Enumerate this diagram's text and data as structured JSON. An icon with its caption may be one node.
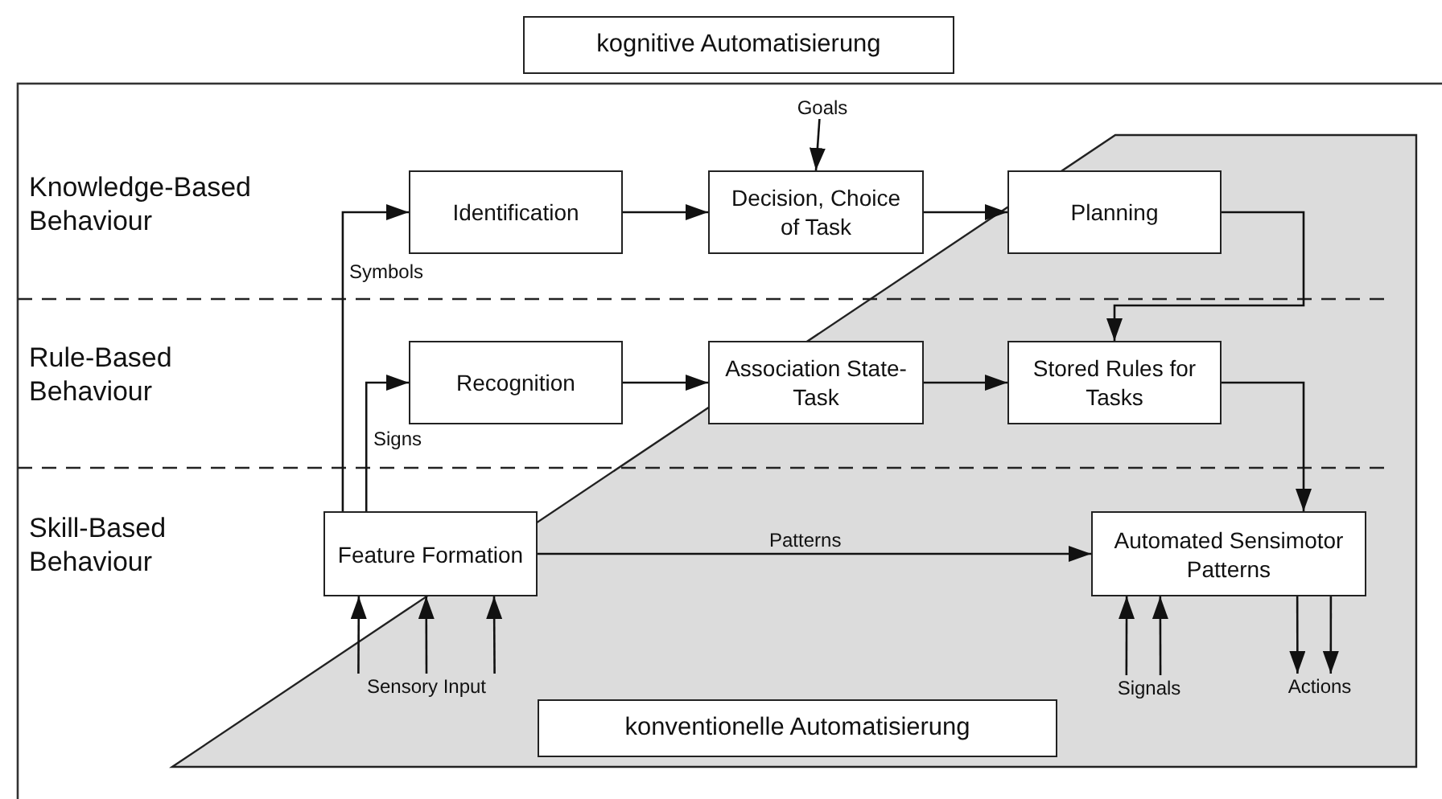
{
  "diagram": {
    "nodes": [
      {
        "text": [
          "kognitive Automatisierung"
        ]
      },
      {
        "text": [
          "Goals"
        ]
      },
      {
        "text": [
          "Identification"
        ]
      },
      {
        "text": [
          "Decision, Choice of Task"
        ]
      },
      {
        "text": [
          "Planning"
        ]
      },
      {
        "text": [
          "Recognition"
        ]
      },
      {
        "text": [
          "Association State-Task"
        ]
      },
      {
        "text": [
          "Stored Rules for Tasks"
        ]
      },
      {
        "text": [
          "Feature Formation"
        ]
      },
      {
        "text": [
          "Automated Sensimotor Patterns"
        ]
      },
      {
        "text": [
          "Sensory Input"
        ]
      },
      {
        "text": [
          "Signals"
        ]
      },
      {
        "text": [
          "Actions"
        ]
      },
      {
        "text": [
          "konventionelle Automatisierung"
        ]
      }
    ],
    "edges": [
      {
        "from": 1,
        "to": 3,
        "arrow": "to"
      },
      {
        "from": 2,
        "to": 3,
        "arrow": "to"
      },
      {
        "from": 3,
        "to": 4,
        "arrow": "to"
      },
      {
        "from": 4,
        "to": 7,
        "arrow": "to"
      },
      {
        "from": 5,
        "to": 6,
        "arrow": "to"
      },
      {
        "from": 6,
        "to": 7,
        "arrow": "to"
      },
      {
        "from": 8,
        "to": 2,
        "arrow": "to",
        "label": "Symbols"
      },
      {
        "from": 8,
        "to": 5,
        "arrow": "to",
        "label": "Signs"
      },
      {
        "from": 8,
        "to": 9,
        "arrow": "to",
        "label": "Patterns"
      },
      {
        "from": 7,
        "to": 9,
        "arrow": "to"
      },
      {
        "from": 10,
        "to": 8,
        "arrow": "to"
      },
      {
        "from": 10,
        "to": 8,
        "arrow": "to"
      },
      {
        "from": 10,
        "to": 8,
        "arrow": "to"
      },
      {
        "from": 11,
        "to": 9,
        "arrow": "to"
      },
      {
        "from": 11,
        "to": 9,
        "arrow": "to"
      },
      {
        "from": 9,
        "to": 12,
        "arrow": "to"
      },
      {
        "from": 9,
        "to": 12,
        "arrow": "to"
      }
    ],
    "labels": [
      "Knowledge-Based Behaviour",
      "Rule-Based Behaviour",
      "Skill-Based Behaviour"
    ]
  }
}
